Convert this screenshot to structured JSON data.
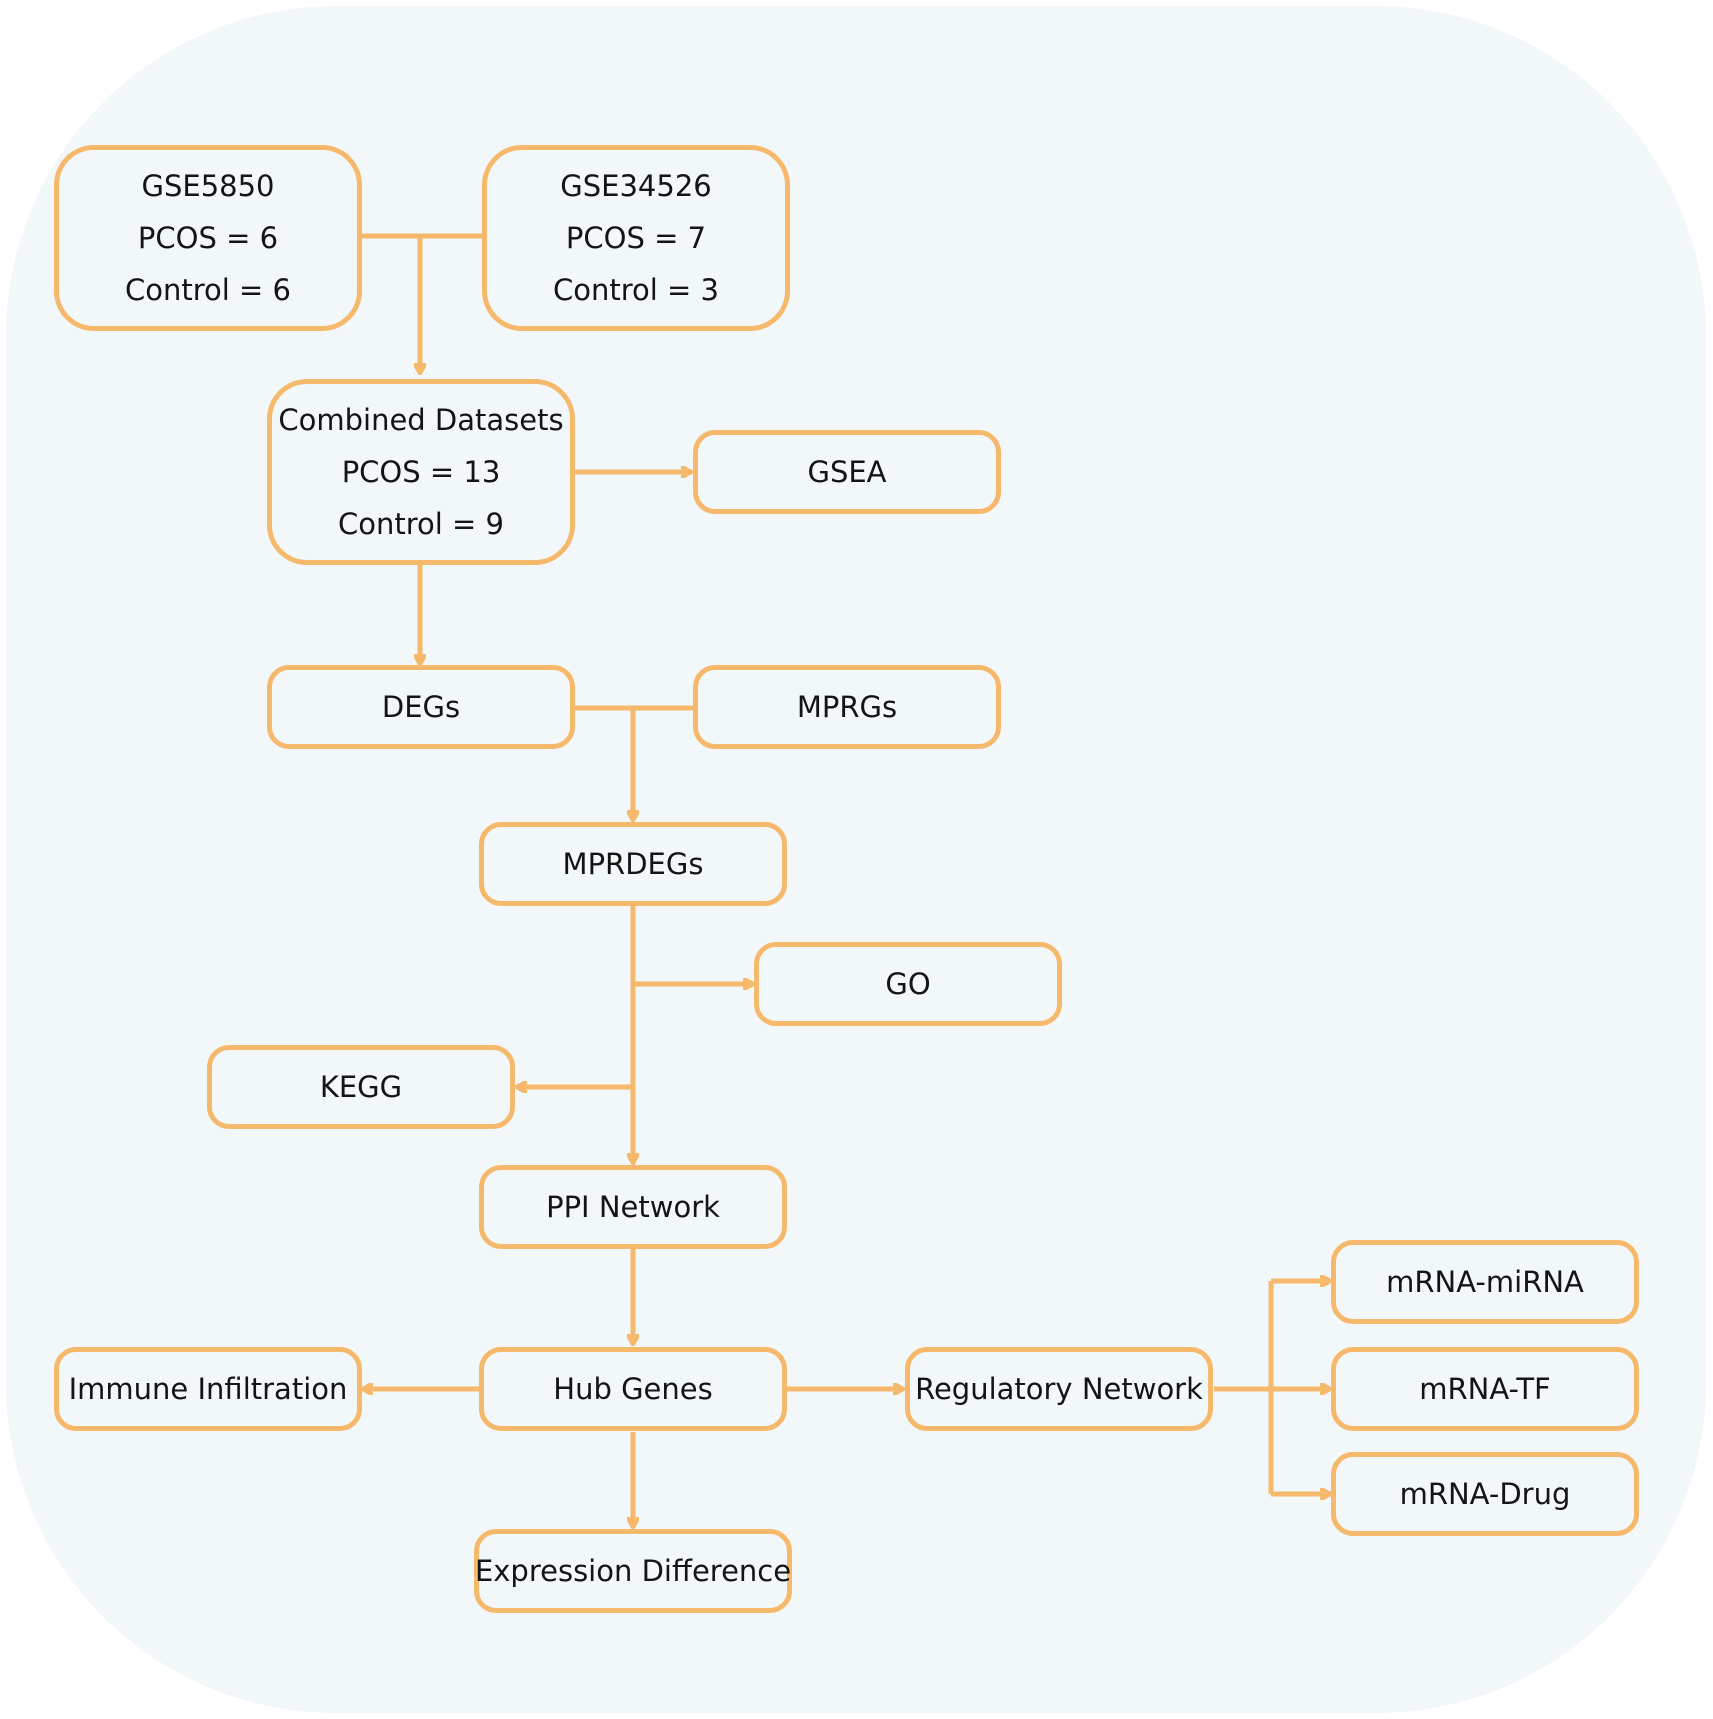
{
  "flowchart": {
    "nodes": {
      "gse5850": {
        "lines": [
          "GSE5850",
          "PCOS = 6",
          "Control = 6"
        ]
      },
      "gse34526": {
        "lines": [
          "GSE34526",
          "PCOS = 7",
          "Control = 3"
        ]
      },
      "combined": {
        "lines": [
          "Combined Datasets",
          "PCOS = 13",
          "Control = 9"
        ]
      },
      "gsea": {
        "label": "GSEA"
      },
      "degs": {
        "label": "DEGs"
      },
      "mprgs": {
        "label": "MPRGs"
      },
      "mprdegs": {
        "label": "MPRDEGs"
      },
      "go": {
        "label": "GO"
      },
      "kegg": {
        "label": "KEGG"
      },
      "ppi": {
        "label": "PPI Network"
      },
      "hub": {
        "label": "Hub Genes"
      },
      "immune": {
        "label": "Immune Infiltration"
      },
      "regulatory": {
        "label": "Regulatory Network"
      },
      "expression": {
        "label": "Expression Difference"
      },
      "mirna": {
        "label": "mRNA-miRNA"
      },
      "tf": {
        "label": "mRNA-TF"
      },
      "drug": {
        "label": "mRNA-Drug"
      }
    },
    "colors": {
      "stroke": "#f6b86a",
      "background": "#f2f7f9",
      "text": "#141414"
    }
  }
}
